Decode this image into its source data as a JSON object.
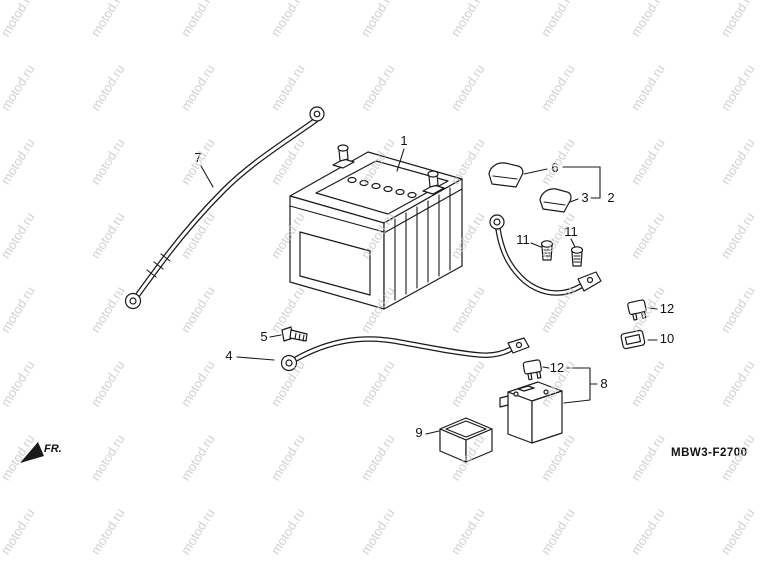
{
  "watermark": {
    "text": "motod.ru",
    "color": "#c7c7c7"
  },
  "footer": {
    "diagram_code": "MBW3-F2700",
    "front_indicator": "FR."
  },
  "part_labels": {
    "battery": "1",
    "starter_cable": "2",
    "terminal_cover_large": "3",
    "battery_cable": "4",
    "terminal_bolt": "5",
    "terminal_cover_small": "6",
    "ground_cable": "7",
    "starter_relay": "8",
    "relay_holder": "9",
    "main_fuse": "10",
    "bolt_a": "11",
    "bolt_b": "11",
    "fuse_a": "12",
    "fuse_b": "12"
  }
}
